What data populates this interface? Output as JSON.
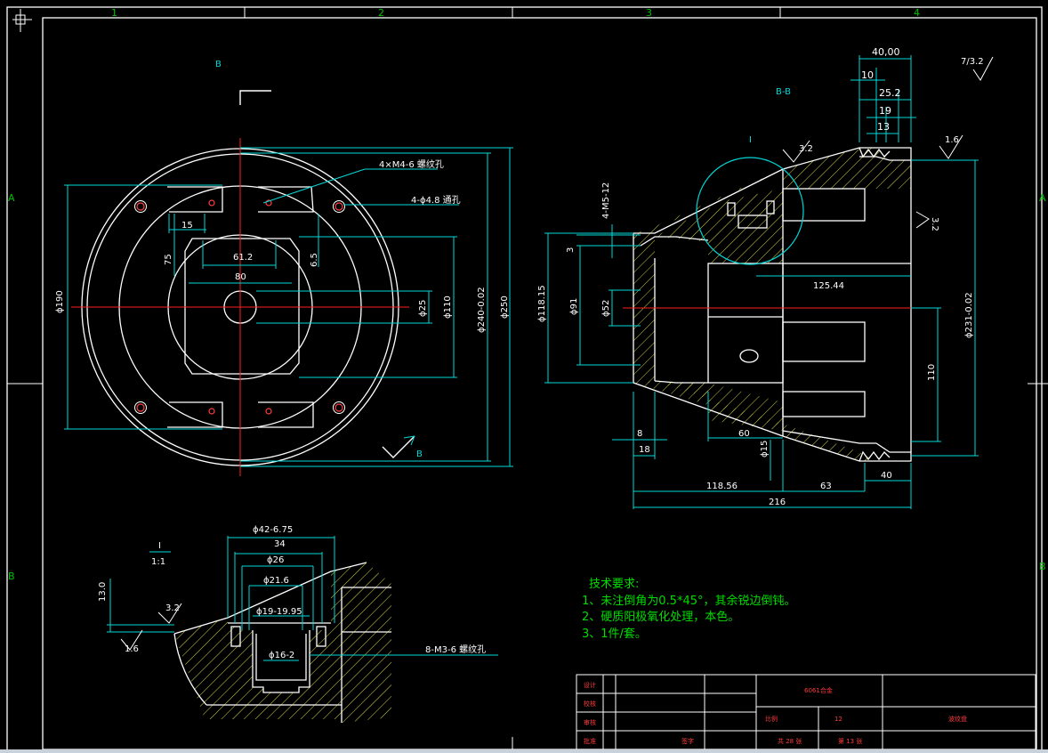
{
  "grid": {
    "columns": [
      "1",
      "2",
      "3",
      "4"
    ],
    "rows": [
      "A",
      "B"
    ]
  },
  "views": {
    "left_section_mark": "B",
    "left_cut_label": "B",
    "section_title": "B-B",
    "detail_title": "I",
    "detail_marker": "I",
    "detail_scale": "1:1"
  },
  "roughness": {
    "global": "7/3.2",
    "r1": "3.2",
    "r2": "1.6",
    "r3": "3.2",
    "r4": "3.2",
    "r5": "1.6"
  },
  "dims_front": {
    "d190": "ϕ190",
    "d110": "ϕ110",
    "d240": "ϕ240-0.02",
    "d250": "ϕ250",
    "d25": "ϕ25",
    "w15": "15",
    "w75": "75",
    "w612": "61.2",
    "w65": "6.5",
    "w80": "80",
    "note_threaded": "4×M4-6 螺纹孔",
    "note_through": "4-ϕ4.8 通孔"
  },
  "dims_section": {
    "w40": "40,00",
    "w10": "10",
    "w252": "25.2",
    "w19": "19",
    "w13": "13",
    "thread": "4-M5-12",
    "w3": "3",
    "d11815": "ϕ118.15",
    "d91": "ϕ91",
    "d52": "ϕ52",
    "w12544": "125.44",
    "d231": "ϕ231-0.02",
    "w110": "110",
    "w8": "8",
    "w18": "18",
    "w60": "60",
    "d15": "ϕ15",
    "w11856": "118.56",
    "w63": "63",
    "w40b": "40",
    "w216": "216"
  },
  "dims_detail": {
    "d42": "ϕ42-6.75",
    "w34": "34",
    "d26": "ϕ26",
    "d216": "ϕ21.6",
    "d19": "ϕ19-19.95",
    "d16": "ϕ16-2",
    "w130": "13.0",
    "note": "8-M3-6 螺纹孔"
  },
  "requirements": {
    "heading": "技术要求:",
    "items": [
      "1、未注倒角为0.5*45°，其余锐边倒钝。",
      "2、硬质阳极氧化处理，本色。",
      "3、1件/套。"
    ]
  },
  "title_block": {
    "rows": [
      "设计",
      "校核",
      "审核",
      "批准"
    ],
    "material": "6061合金",
    "scale_label": "比例",
    "scale_value": "12",
    "part_name": "波纹盘",
    "sheet_total": "共 28 张",
    "sheet_no": "第 13 张",
    "sign_label": "签字"
  }
}
